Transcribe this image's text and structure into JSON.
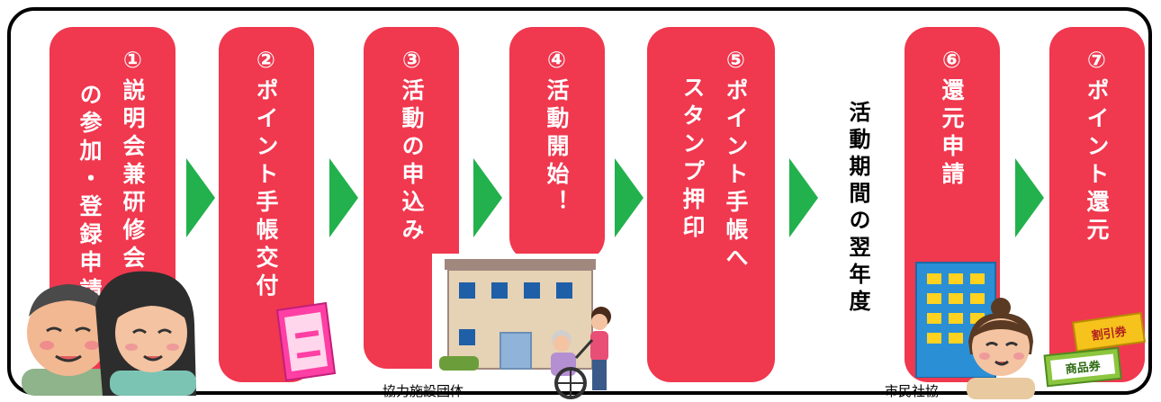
{
  "steps": [
    {
      "label": "①説明会兼研修会へ",
      "label2": "の参加・登録申請"
    },
    {
      "label": "②ポイント手帳交付"
    },
    {
      "label": "③活動の申込み"
    },
    {
      "label": "④活動開始！"
    },
    {
      "label": "⑤ポイント手帳へ",
      "label2": "スタンプ押印"
    },
    {
      "label": "⑥還元申請"
    },
    {
      "label": "⑦ポイント還元"
    }
  ],
  "interval_label": "活動期間の翌年度",
  "captions": {
    "facility": "協力施設団体",
    "council": "市民社協"
  },
  "vouchers": {
    "discount": "割引券",
    "gift": "商品券"
  },
  "colors": {
    "step": "#f0384f",
    "arrow": "#22b14c",
    "border": "#000000"
  },
  "icons": [
    "elderly-couple-icon",
    "notebook-icon",
    "care-facility-icon",
    "wheelchair-caregiver-icon",
    "office-building-icon",
    "staff-woman-icon",
    "voucher-icon"
  ]
}
